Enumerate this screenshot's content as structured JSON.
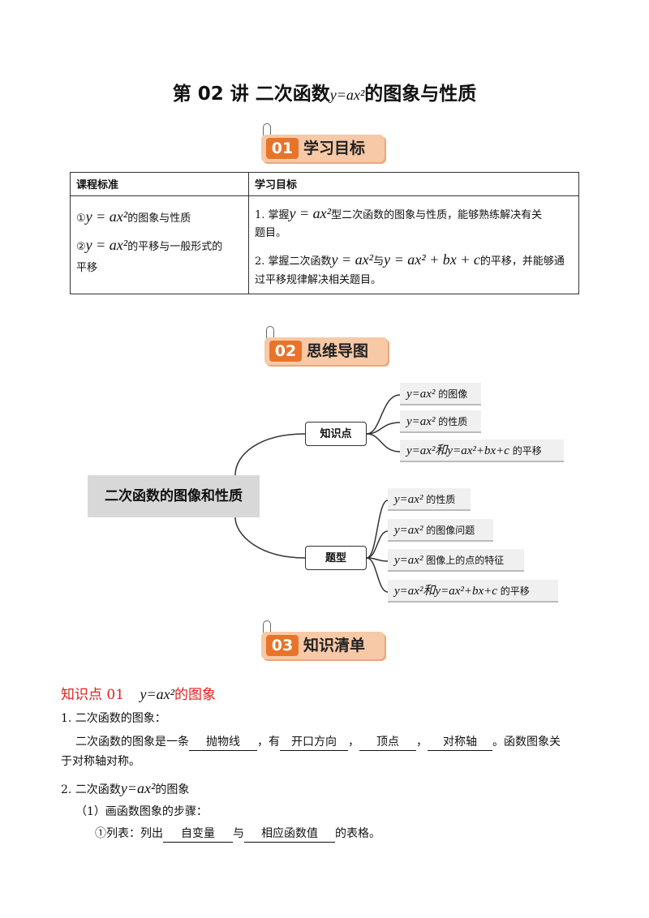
{
  "title": {
    "prefix": "第 02 讲  二次函数",
    "formula": "y=ax²",
    "suffix": "的图象与性质"
  },
  "sections": [
    {
      "num": "01",
      "label": "学习目标"
    },
    {
      "num": "02",
      "label": "思维导图"
    },
    {
      "num": "03",
      "label": "知识清单"
    }
  ],
  "table": {
    "headers": [
      "课程标准",
      "学习目标"
    ],
    "left": {
      "item1_mark": "①",
      "item1_formula": "y = ax²",
      "item1_text": "的图象与性质",
      "item2_mark": "②",
      "item2_formula": "y = ax²",
      "item2_text": "的平移与一般形式的",
      "item2_text2": "平移"
    },
    "right": {
      "g1_prefix": "1. 掌握",
      "g1_formula": "y = ax²",
      "g1_text": "型二次函数的图象与性质，能够熟练解决有关",
      "g1_text2": "题目。",
      "g2_prefix": "2. 掌握二次函数",
      "g2_formula1": "y = ax²",
      "g2_mid": "与",
      "g2_formula2": "y = ax² + bx + c",
      "g2_text": "的平移，并能够通",
      "g2_text2": "过平移规律解决相关题目。"
    }
  },
  "mindmap": {
    "root": "二次函数的图像和性质",
    "branches": [
      {
        "label": "知识点",
        "leaves": [
          {
            "formula": "y=ax²",
            "text": "的图像"
          },
          {
            "formula": "y=ax²",
            "text": "的性质"
          },
          {
            "formula": "y=ax²和y=ax²+bx+c",
            "text": "的平移"
          }
        ]
      },
      {
        "label": "题型",
        "leaves": [
          {
            "formula": "y=ax²",
            "text": "的性质"
          },
          {
            "formula": "y=ax²",
            "text": "的图像问题"
          },
          {
            "formula": "y=ax²",
            "text": "图像上的点的特征"
          },
          {
            "formula": "y=ax²和y=ax²+bx+c",
            "text": "的平移"
          }
        ]
      }
    ]
  },
  "knowledge": {
    "heading_prefix": "知识点 01",
    "heading_formula": "y=ax²",
    "heading_suffix": "的图象",
    "p1": "1. 二次函数的图象：",
    "p2_a": "二次函数的图象是一条",
    "b1": "抛物线",
    "p2_b": "，有",
    "b2": "开口方向",
    "sep1": "，",
    "b3": "顶点",
    "sep2": "，",
    "b4": "对称轴",
    "p2_c": "。函数图象关",
    "p2_d": "于对称轴对称。",
    "p3_a": "2. 二次函数",
    "p3_formula": "y=ax²",
    "p3_b": "的图象",
    "p4": "（1）画函数图象的步骤：",
    "p5_a": "①列表：列出",
    "b5": "自变量",
    "p5_b": "与",
    "b6": "相应函数值",
    "p5_c": "的表格。"
  }
}
